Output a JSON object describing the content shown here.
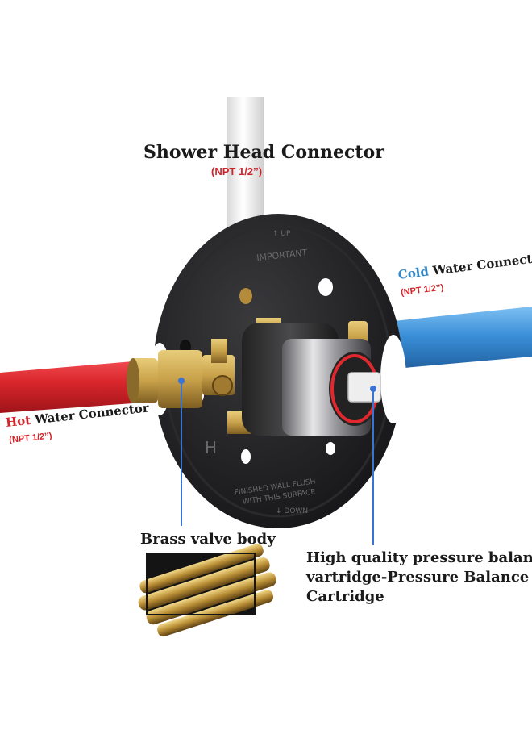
{
  "shower_head": {
    "title": "Shower Head Connector",
    "spec": "(NPT 1/2’’)"
  },
  "cold": {
    "keyword": "Cold",
    "rest": " Water Connector",
    "spec": "(NPT 1/2’’)"
  },
  "hot": {
    "keyword": "Hot",
    "rest": " Water Connector",
    "spec": "(NPT 1/2’’)"
  },
  "brass": {
    "title": "Brass valve body"
  },
  "cartridge": {
    "line1": "High quality pressure balance",
    "line2": "vartridge-Pressure Balance",
    "line3": "Cartridge"
  },
  "plate_markings": {
    "up": "↑ UP",
    "important": "IMPORTANT",
    "finished_line1": "FINISHED WALL FLUSH",
    "finished_line2": "WITH THIS SURFACE",
    "down": "↓ DOWN",
    "h_mark": "H"
  },
  "colors": {
    "hot_pipe": "#d9262c",
    "cold_pipe": "#3a8fd8",
    "brass": "#c9a24a",
    "plate": "#1c1c1e",
    "accent_red": "#d0242b",
    "accent_blue": "#2f86c8"
  }
}
